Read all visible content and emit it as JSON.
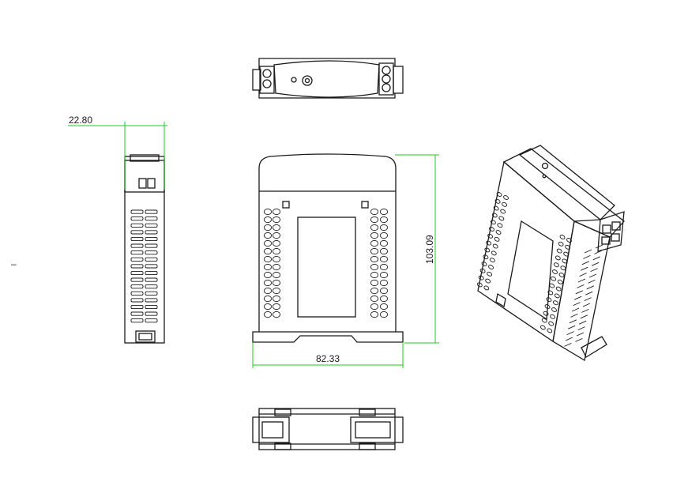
{
  "dimensions": {
    "width_label": "82.33",
    "height_label": "103.09",
    "depth_label": "22.80"
  },
  "stray_mark": "–",
  "colors": {
    "dimension_line": "#21c821",
    "outline": "#1a1a1a",
    "background": "#ffffff"
  }
}
